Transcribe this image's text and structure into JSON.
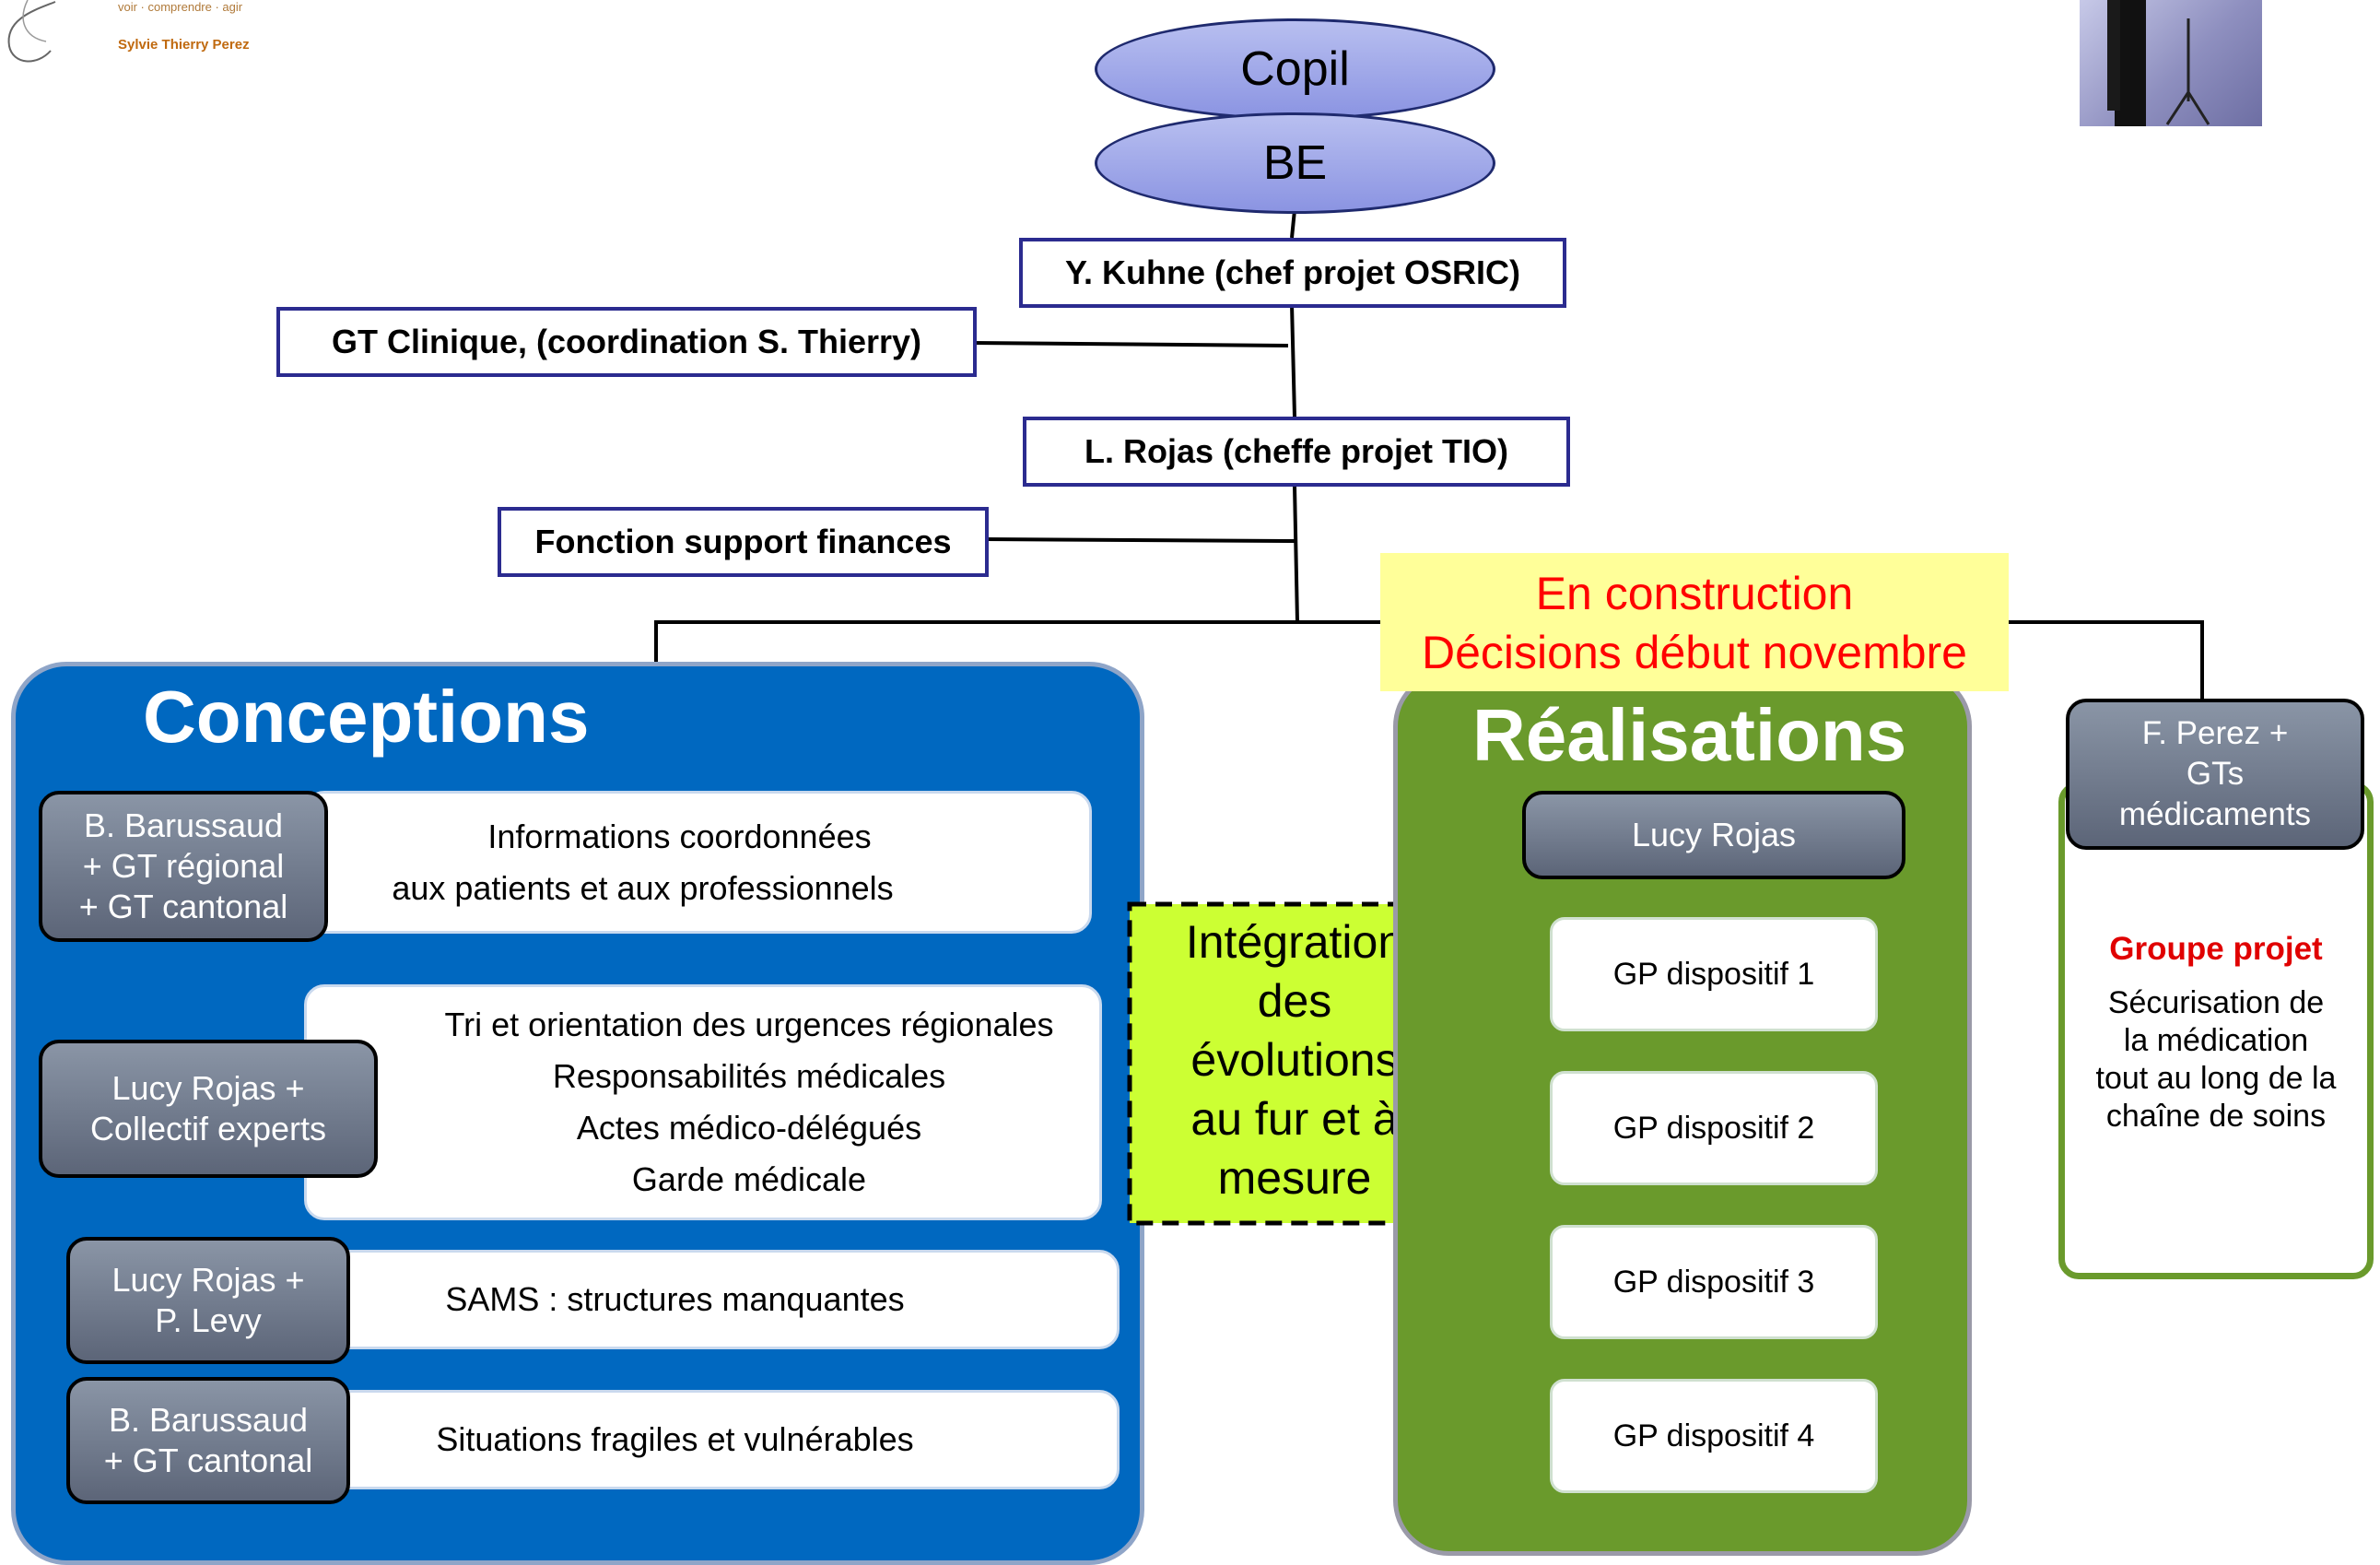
{
  "logo": {
    "tagline": "voir · comprendre · agir",
    "author": "Sylvie Thierry Perez"
  },
  "top": {
    "copil": "Copil",
    "be": "BE",
    "kuhne": "Y. Kuhne (chef projet OSRIC)",
    "gt_clinique": "GT Clinique, (coordination S. Thierry)",
    "rojas": "L. Rojas (cheffe projet TIO)",
    "finances": "Fonction support finances"
  },
  "notice": {
    "line1": "En construction",
    "line2": "Décisions début novembre"
  },
  "conceptions": {
    "title": "Conceptions",
    "rows": [
      {
        "owner": [
          "B. Barussaud",
          "+ GT régional",
          "+ GT cantonal"
        ],
        "items": [
          "Informations coordonnées",
          "aux patients et aux professionnels"
        ]
      },
      {
        "owner": [
          "Lucy Rojas +",
          "Collectif experts"
        ],
        "items": [
          "Tri et orientation des urgences régionales",
          "Responsabilités médicales",
          "Actes médico-délégués",
          "Garde médicale"
        ]
      },
      {
        "owner": [
          "Lucy Rojas +",
          "P. Levy"
        ],
        "items": [
          "SAMS : structures manquantes"
        ]
      },
      {
        "owner": [
          "B. Barussaud",
          "+ GT cantonal"
        ],
        "items": [
          "Situations fragiles et vulnérables"
        ]
      }
    ]
  },
  "integration": {
    "lines": [
      "Intégration",
      "des",
      "évolutions",
      "au fur et à",
      "mesure"
    ]
  },
  "realisations": {
    "title": "Réalisations",
    "owner": "Lucy Rojas",
    "items": [
      "GP dispositif 1",
      "GP dispositif 2",
      "GP dispositif 3",
      "GP dispositif 4"
    ]
  },
  "medicaments": {
    "owner": [
      "F. Perez +",
      "GTs",
      "médicaments"
    ],
    "group_label": "Groupe projet",
    "description": [
      "Sécurisation de",
      "la médication",
      "tout au long de la",
      "chaîne de soins"
    ]
  },
  "colors": {
    "conceptions_blue": "#0068c0",
    "realisations_green": "#6a9a2c",
    "integration_lime": "#ccff33",
    "notice_bg": "#ffff99",
    "notice_text": "#ff0000",
    "group_label_red": "#e00000"
  }
}
